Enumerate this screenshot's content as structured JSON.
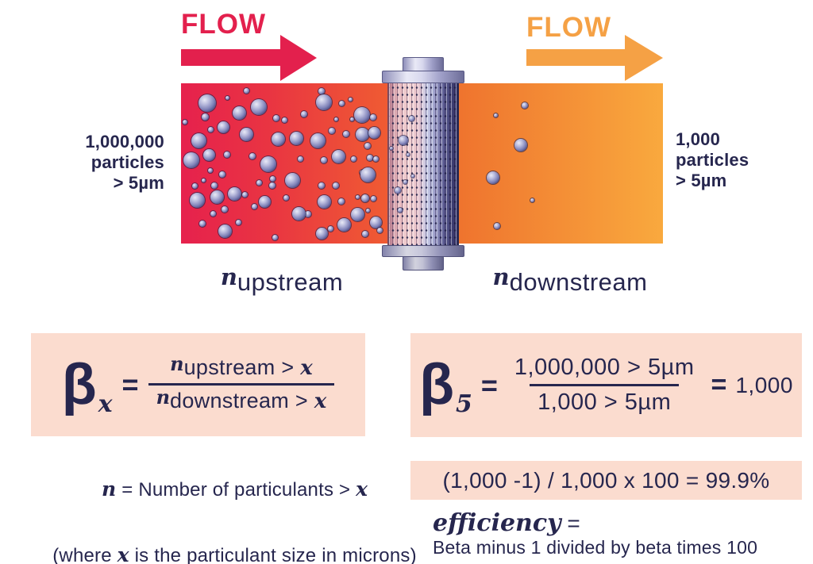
{
  "colors": {
    "crimson": "#e3204d",
    "orange": "#f5a145",
    "navy": "#26264e",
    "panel_pink": "#fbdccf",
    "band_start": "#e6214d",
    "band_mid": "#ef5a33",
    "band_end": "#f9a93e"
  },
  "flow_left": {
    "label": "FLOW"
  },
  "flow_right": {
    "label": "FLOW"
  },
  "upstream_count": {
    "line1": "1,000,000",
    "line2": "particles",
    "line3": "> 5µm"
  },
  "downstream_count": {
    "line1": "1,000",
    "line2": "particles",
    "line3": "> 5µm"
  },
  "caption_upstream": {
    "n": "n",
    "word": "upstream"
  },
  "caption_downstream": {
    "n": "n",
    "word": "downstream"
  },
  "beta_x": {
    "beta": "β",
    "sub": "x",
    "eq": "=",
    "num_n": "n",
    "num_word": "upstream",
    "num_rest": " > ",
    "num_x": "x",
    "den_n": "n",
    "den_word": "downstream",
    "den_rest": " > ",
    "den_x": "x"
  },
  "beta_5": {
    "beta": "β",
    "sub": "5",
    "eq": "=",
    "num": "1,000,000 > 5µm",
    "den": "1,000 > 5µm",
    "eq2": "=",
    "result": "1,000"
  },
  "note": {
    "n": "n",
    "mid": " = Number of particulants > ",
    "x": "x",
    "line2_pre": "(where ",
    "x2": "x",
    "line2_post": " is the particulant size in microns)"
  },
  "calc": {
    "text": "(1,000 -1) / 1,000 x 100 = 99.9%"
  },
  "efficiency": {
    "term": "efficiency",
    "eq": " =",
    "desc": "Beta minus 1 divided by beta times 100"
  },
  "particles": {
    "upstream": [
      [
        33,
        25,
        22
      ],
      [
        82,
        9,
        7
      ],
      [
        58,
        18,
        5
      ],
      [
        30,
        42,
        9
      ],
      [
        53,
        55,
        15
      ],
      [
        5,
        49,
        6
      ],
      [
        37,
        58,
        7
      ],
      [
        22,
        72,
        19
      ],
      [
        13,
        97,
        20
      ],
      [
        35,
        90,
        15
      ],
      [
        58,
        90,
        8
      ],
      [
        37,
        110,
        6
      ],
      [
        28,
        122,
        5
      ],
      [
        52,
        115,
        8
      ],
      [
        17,
        129,
        7
      ],
      [
        42,
        129,
        8
      ],
      [
        20,
        147,
        19
      ],
      [
        45,
        143,
        17
      ],
      [
        67,
        139,
        17
      ],
      [
        80,
        140,
        7
      ],
      [
        55,
        159,
        8
      ],
      [
        40,
        164,
        7
      ],
      [
        27,
        177,
        8
      ],
      [
        55,
        186,
        17
      ],
      [
        72,
        175,
        7
      ],
      [
        73,
        37,
        17
      ],
      [
        98,
        30,
        20
      ],
      [
        82,
        64,
        17
      ],
      [
        90,
        92,
        8
      ],
      [
        110,
        102,
        20
      ],
      [
        98,
        125,
        7
      ],
      [
        115,
        129,
        8
      ],
      [
        105,
        149,
        15
      ],
      [
        92,
        155,
        7
      ],
      [
        120,
        44,
        8
      ],
      [
        130,
        46,
        7
      ],
      [
        122,
        70,
        17
      ],
      [
        115,
        120,
        7
      ],
      [
        132,
        144,
        7
      ],
      [
        145,
        69,
        17
      ],
      [
        140,
        122,
        19
      ],
      [
        150,
        95,
        7
      ],
      [
        155,
        39,
        8
      ],
      [
        177,
        10,
        8
      ],
      [
        180,
        24,
        20
      ],
      [
        172,
        72,
        19
      ],
      [
        180,
        97,
        8
      ],
      [
        190,
        60,
        8
      ],
      [
        202,
        25,
        7
      ],
      [
        213,
        20,
        5
      ],
      [
        195,
        45,
        5
      ],
      [
        208,
        64,
        8
      ],
      [
        198,
        92,
        17
      ],
      [
        217,
        95,
        7
      ],
      [
        195,
        129,
        8
      ],
      [
        177,
        129,
        8
      ],
      [
        160,
        165,
        8
      ],
      [
        148,
        164,
        17
      ],
      [
        180,
        149,
        17
      ],
      [
        202,
        149,
        8
      ],
      [
        222,
        143,
        5
      ],
      [
        228,
        40,
        20
      ],
      [
        242,
        43,
        8
      ],
      [
        215,
        45,
        5
      ],
      [
        228,
        64,
        17
      ],
      [
        238,
        94,
        8
      ],
      [
        228,
        112,
        7
      ],
      [
        222,
        165,
        17
      ],
      [
        205,
        178,
        17
      ],
      [
        188,
        183,
        7
      ],
      [
        177,
        189,
        15
      ],
      [
        118,
        194,
        7
      ],
      [
        243,
        62,
        15
      ],
      [
        235,
        79,
        8
      ],
      [
        245,
        95,
        7
      ],
      [
        235,
        115,
        19
      ],
      [
        232,
        145,
        10
      ],
      [
        242,
        145,
        7
      ],
      [
        235,
        160,
        5
      ],
      [
        245,
        175,
        15
      ],
      [
        232,
        190,
        8
      ],
      [
        250,
        185,
        7
      ]
    ],
    "in_filter": [
      [
        290,
        44,
        7
      ],
      [
        280,
        72,
        12
      ],
      [
        265,
        82,
        4
      ],
      [
        286,
        90,
        4
      ],
      [
        292,
        117,
        4
      ],
      [
        282,
        124,
        5
      ],
      [
        273,
        135,
        8
      ],
      [
        276,
        160,
        6
      ]
    ],
    "downstream": [
      [
        433,
        28,
        8
      ],
      [
        396,
        40,
        5
      ],
      [
        428,
        78,
        16
      ],
      [
        393,
        119,
        16
      ],
      [
        442,
        147,
        5
      ],
      [
        398,
        180,
        8
      ]
    ]
  }
}
